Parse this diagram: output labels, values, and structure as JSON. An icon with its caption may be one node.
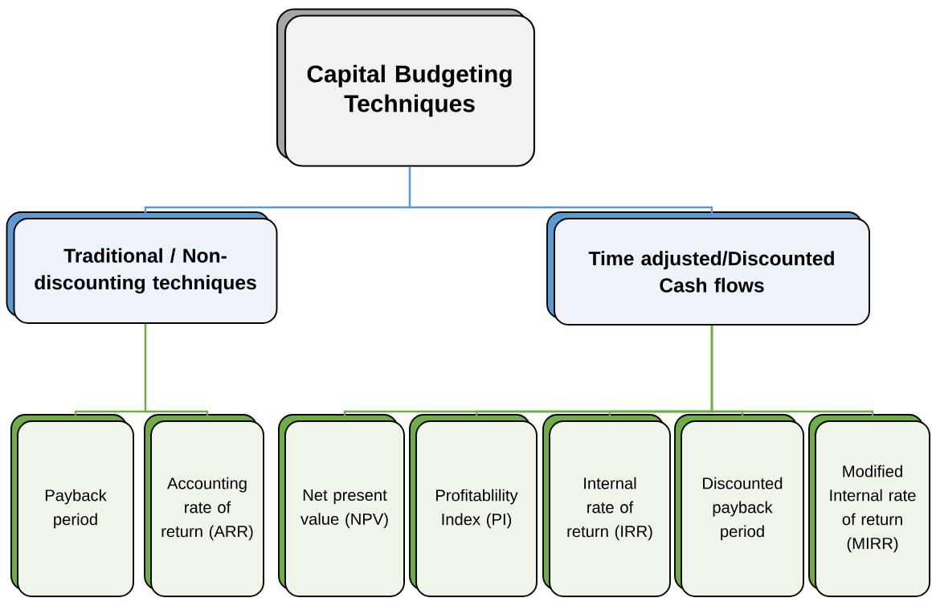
{
  "diagram": {
    "nodes": [
      {
        "text": [
          "Capital Budgeting Techniques"
        ]
      },
      {
        "text": [
          "Traditional / Non-discounting techniques"
        ]
      },
      {
        "text": [
          "Time adjusted/Discounted Cash flows"
        ]
      },
      {
        "text": [
          "Payback period"
        ]
      },
      {
        "text": [
          "Accounting rate of return (ARR)"
        ]
      },
      {
        "text": [
          "Net present value (NPV)"
        ]
      },
      {
        "text": [
          "Profitablility Index (PI)"
        ]
      },
      {
        "text": [
          "Internal rate of return (IRR)"
        ]
      },
      {
        "text": [
          "Discounted payback period"
        ]
      },
      {
        "text": [
          "Modified Internal rate of return (MIRR)"
        ]
      }
    ],
    "edges": [
      {
        "from": 0,
        "to": 1,
        "arrow": "none",
        "color": "#5b9bd5"
      },
      {
        "from": 0,
        "to": 2,
        "arrow": "none",
        "color": "#5b9bd5"
      },
      {
        "from": 1,
        "to": 3,
        "arrow": "none"
      },
      {
        "from": 1,
        "to": 4,
        "arrow": "none"
      },
      {
        "from": 2,
        "to": 5,
        "arrow": "none"
      },
      {
        "from": 2,
        "to": 6,
        "arrow": "none"
      },
      {
        "from": 2,
        "to": 7,
        "arrow": "none"
      },
      {
        "from": 2,
        "to": 8,
        "arrow": "none"
      },
      {
        "from": 2,
        "to": 9,
        "arrow": "none"
      }
    ]
  }
}
